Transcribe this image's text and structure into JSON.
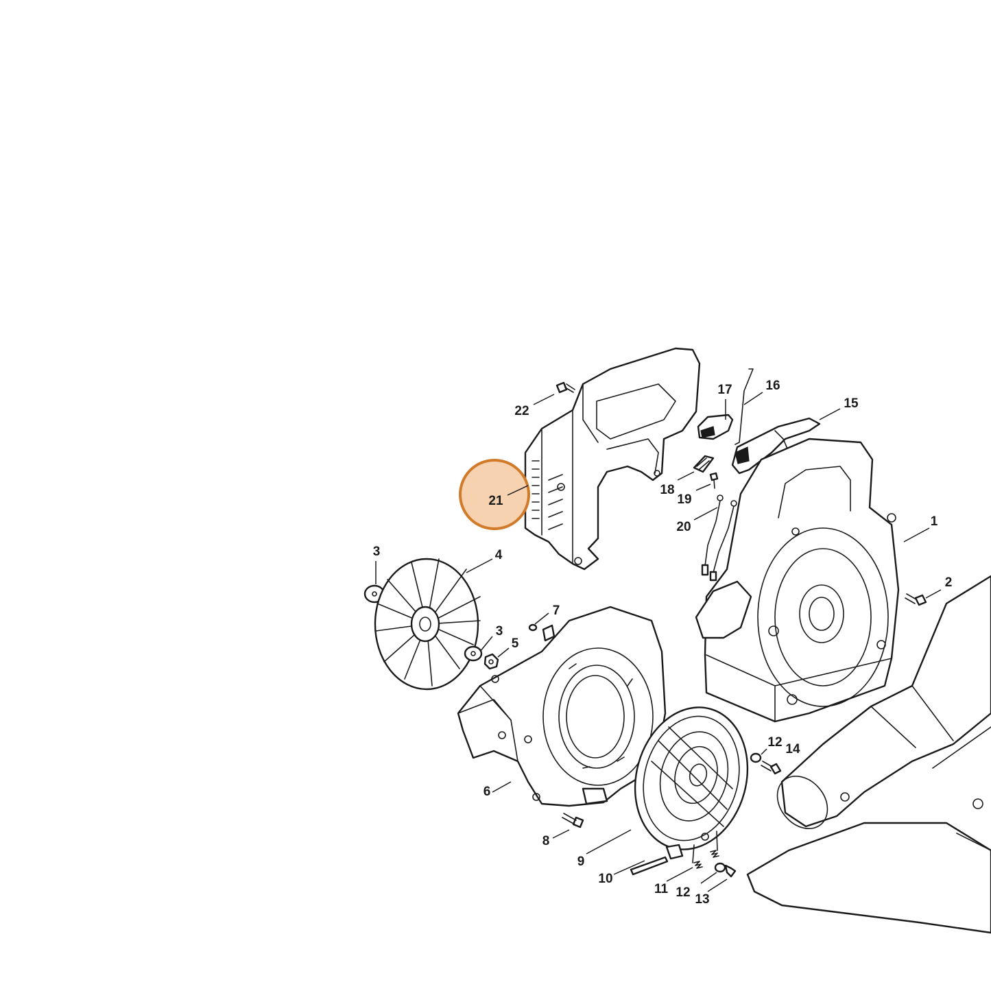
{
  "highlight": {
    "label": "21",
    "fill": "#f6d2b0",
    "stroke": "#d07a2a"
  },
  "callouts": {
    "c1": "1",
    "c2": "2",
    "c3a": "3",
    "c3b": "3",
    "c4": "4",
    "c5": "5",
    "c6": "6",
    "c7": "7",
    "c8": "8",
    "c9": "9",
    "c10": "10",
    "c11": "11",
    "c12a": "12",
    "c12b": "12",
    "c13": "13",
    "c14": "14",
    "c15": "15",
    "c16": "16",
    "c17": "17",
    "c18": "18",
    "c19": "19",
    "c20": "20",
    "c22": "22"
  }
}
